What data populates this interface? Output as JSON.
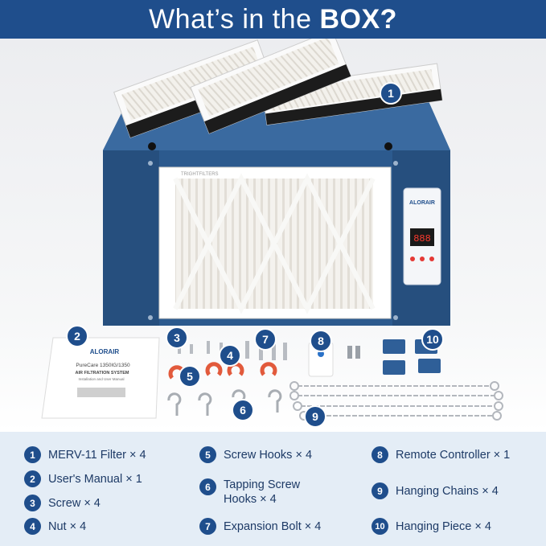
{
  "header": {
    "title_prefix": "What’s in the ",
    "title_bold": "BOX?"
  },
  "manual": {
    "brand": "ALORAIR",
    "model": "PureCare 1350IG/1350",
    "title": "AIR FILTRATION SYSTEM",
    "subtitle": "Installation and User Manual"
  },
  "unit_panel": {
    "brand": "ALORAIR",
    "display": "888"
  },
  "filter_print": {
    "brand": "TRIGHTFILTERS"
  },
  "callouts": [
    "1",
    "2",
    "3",
    "4",
    "5",
    "6",
    "7",
    "8",
    "9",
    "10"
  ],
  "legend": [
    {
      "num": "1",
      "text": "MERV-11 Filter × 4"
    },
    {
      "num": "2",
      "text": "User's Manual × 1"
    },
    {
      "num": "3",
      "text": "Screw × 4"
    },
    {
      "num": "4",
      "text": "Nut  × 4"
    },
    {
      "num": "5",
      "text": "Screw Hooks × 4"
    },
    {
      "num": "6",
      "text": "Tapping Screw\nHooks × 4"
    },
    {
      "num": "7",
      "text": "Expansion Bolt × 4"
    },
    {
      "num": "8",
      "text": "Remote Controller × 1"
    },
    {
      "num": "9",
      "text": "Hanging Chains  × 4"
    },
    {
      "num": "10",
      "text": "Hanging Piece  × 4"
    }
  ],
  "colors": {
    "brand_blue": "#1f4e8c",
    "legend_bg": "#e4edf6",
    "unit_blue": "#2c5a8e"
  }
}
